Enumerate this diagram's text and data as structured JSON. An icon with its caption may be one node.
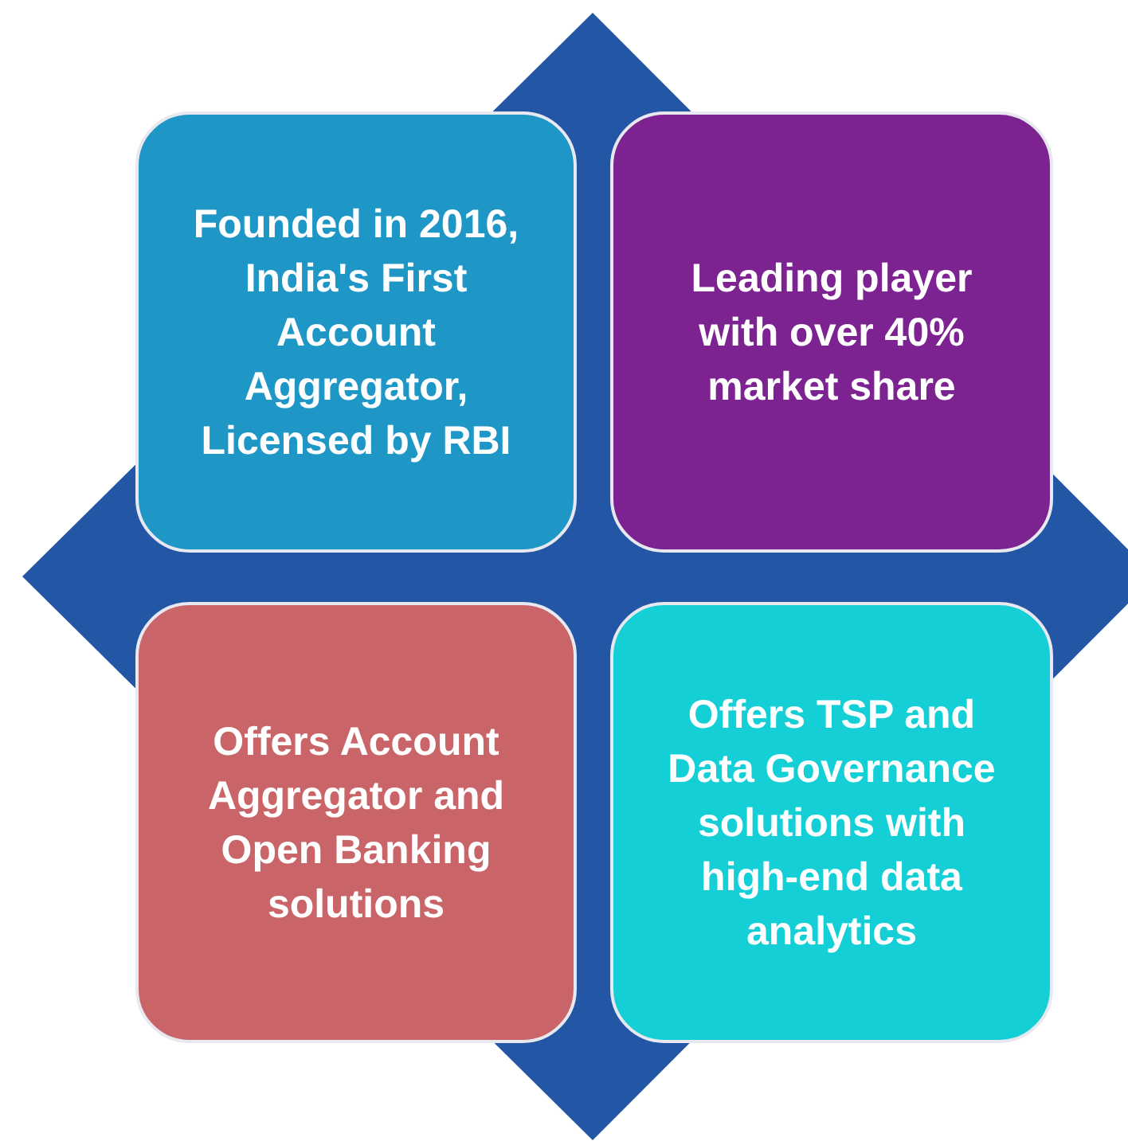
{
  "diagram": {
    "nodes": [
      {
        "text": [
          "Founded in 2016, India's First Account Aggregator, Licensed by RBI"
        ]
      },
      {
        "text": [
          "Leading player with over 40% market share"
        ]
      },
      {
        "text": [
          "Offers Account Aggregator and Open Banking solutions"
        ]
      },
      {
        "text": [
          "Offers TSP and Data Governance solutions with high-end data analytics"
        ]
      }
    ]
  }
}
